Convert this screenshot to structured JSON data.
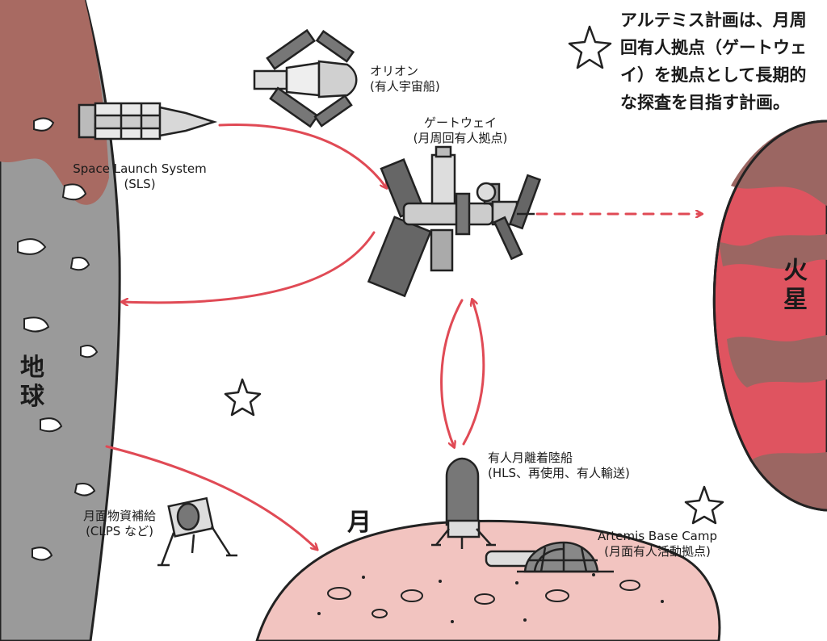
{
  "note": [
    "アルテミス計画は、月周",
    "回有人拠点（ゲートウェ",
    "イ）を拠点として長期的",
    "な探査を目指す計画。"
  ],
  "orion": {
    "name": "オリオン",
    "sub": "(有人宇宙船)"
  },
  "gateway": {
    "name": "ゲートウェイ",
    "sub": "(月周回有人拠点)"
  },
  "sls": {
    "name": "Space Launch System",
    "sub": "(SLS)"
  },
  "earth": {
    "c1": "地",
    "c2": "球"
  },
  "mars": {
    "c1": "火",
    "c2": "星"
  },
  "moon": {
    "name": "月"
  },
  "hls": {
    "name": "有人月離着陸船",
    "sub": "(HLS、再使用、有人輸送)"
  },
  "clps": {
    "name": "月面物資補給",
    "sub": "(CLPS など)"
  },
  "basecamp": {
    "name": "Artemis Base Camp",
    "sub": "(月面有人活動拠点)"
  },
  "colors": {
    "earth_gray": "#9a9a9a",
    "earth_brown": "#a86a62",
    "mars_red": "#df5460",
    "mars_brown": "#9b6662",
    "moon": "#f2c4c0",
    "arrow": "#e04a55"
  }
}
